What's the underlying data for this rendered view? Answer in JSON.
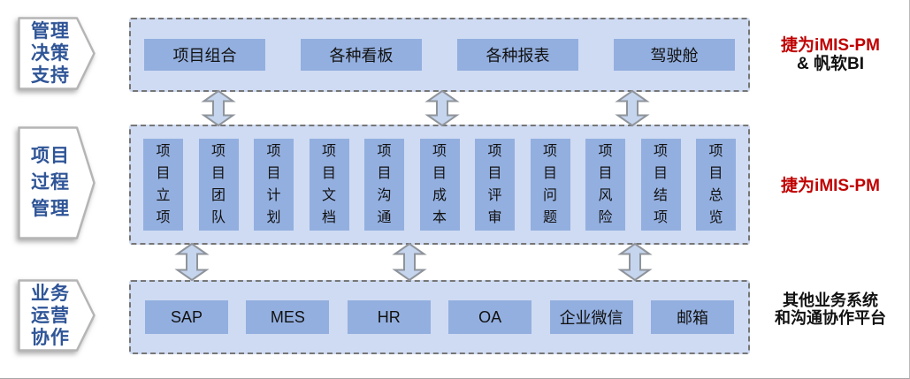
{
  "colors": {
    "container_fill": "#cfdbf3",
    "container_border": "#767676",
    "box_fill": "#93afdf",
    "label_text": "#2f5597",
    "pentagon_fill": "#ffffff",
    "pentagon_border": "#b5b5b5",
    "arrow_fill": "#c5d5ee",
    "arrow_border": "#8f949b",
    "red": "#c00000"
  },
  "rows": [
    {
      "name": "decision-support",
      "left_label": [
        "管理",
        "决策",
        "支持"
      ],
      "boxes": [
        "项目组合",
        "各种看板",
        "各种报表",
        "驾驶舱"
      ],
      "right_lines": [
        {
          "text": "捷为iMIS-PM",
          "style": "red"
        },
        {
          "text": "& 帆软BI",
          "style": "black"
        }
      ]
    },
    {
      "name": "project-process",
      "left_label": [
        "项目",
        "过程",
        "管理"
      ],
      "boxes": [
        "项目立项",
        "项目团队",
        "项目计划",
        "项目文档",
        "项目沟通",
        "项目成本",
        "项目评审",
        "项目问题",
        "项目风险",
        "项目结项",
        "项目总览"
      ],
      "right_lines": [
        {
          "text": "捷为iMIS-PM",
          "style": "red"
        }
      ]
    },
    {
      "name": "business-operations",
      "left_label": [
        "业务",
        "运营",
        "协作"
      ],
      "boxes": [
        "SAP",
        "MES",
        "HR",
        "OA",
        "企业微信",
        "邮箱"
      ],
      "right_lines": [
        {
          "text": "其他业务系统",
          "style": "black"
        },
        {
          "text": "和沟通协作平台",
          "style": "black"
        }
      ]
    }
  ],
  "arrow_rows": [
    {
      "between": "decision-and-process",
      "x_centers": [
        247,
        500,
        715
      ]
    },
    {
      "between": "process-and-business",
      "x_centers": [
        217,
        463,
        718
      ]
    }
  ]
}
